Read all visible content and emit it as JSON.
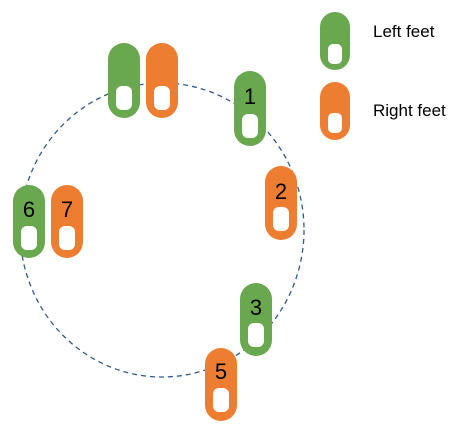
{
  "colors": {
    "left": "#6aa84f",
    "right": "#ed7d31",
    "path": "#2e5a8e",
    "background": "#ffffff"
  },
  "legend": {
    "left_label": "Left feet",
    "right_label": "Right feet"
  },
  "feet": [
    {
      "side": "left",
      "label": ""
    },
    {
      "side": "right",
      "label": ""
    },
    {
      "side": "left",
      "label": "1"
    },
    {
      "side": "right",
      "label": "2"
    },
    {
      "side": "left",
      "label": "3"
    },
    {
      "side": "right",
      "label": "5"
    },
    {
      "side": "left",
      "label": "6"
    },
    {
      "side": "right",
      "label": "7"
    }
  ]
}
